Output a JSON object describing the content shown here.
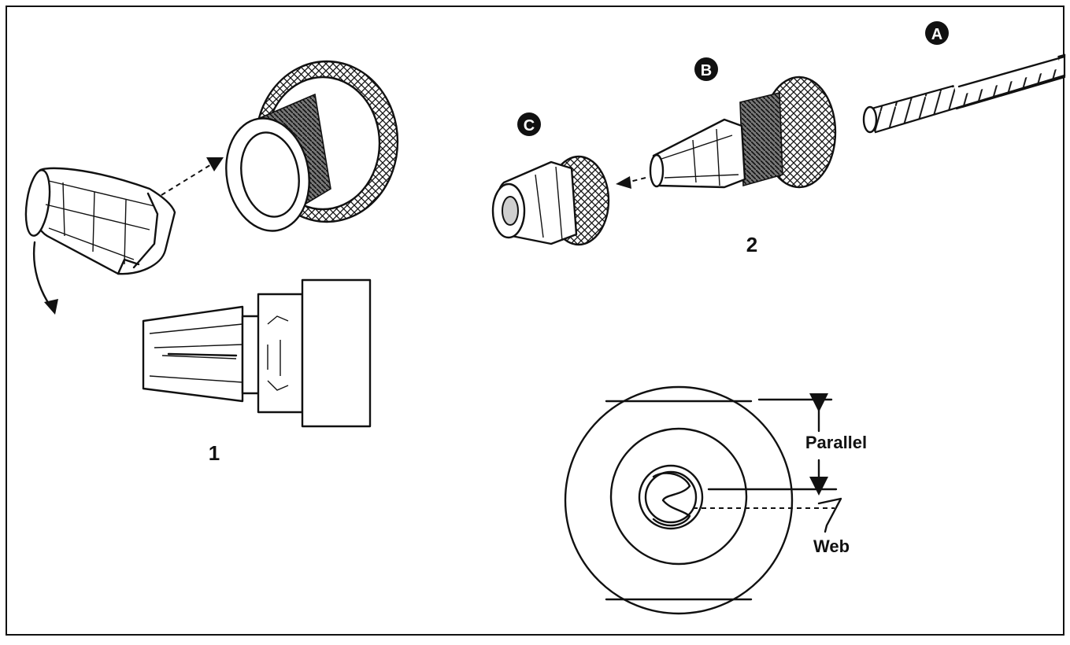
{
  "step_labels": {
    "step1": "1",
    "step2": "2"
  },
  "part_badges": {
    "a": "A",
    "b": "B",
    "c": "C"
  },
  "callouts": {
    "parallel": "Parallel",
    "web": "Web"
  },
  "colors": {
    "line": "#111111",
    "background": "#ffffff",
    "badge_fill": "#111111",
    "badge_text": "#ffffff"
  }
}
